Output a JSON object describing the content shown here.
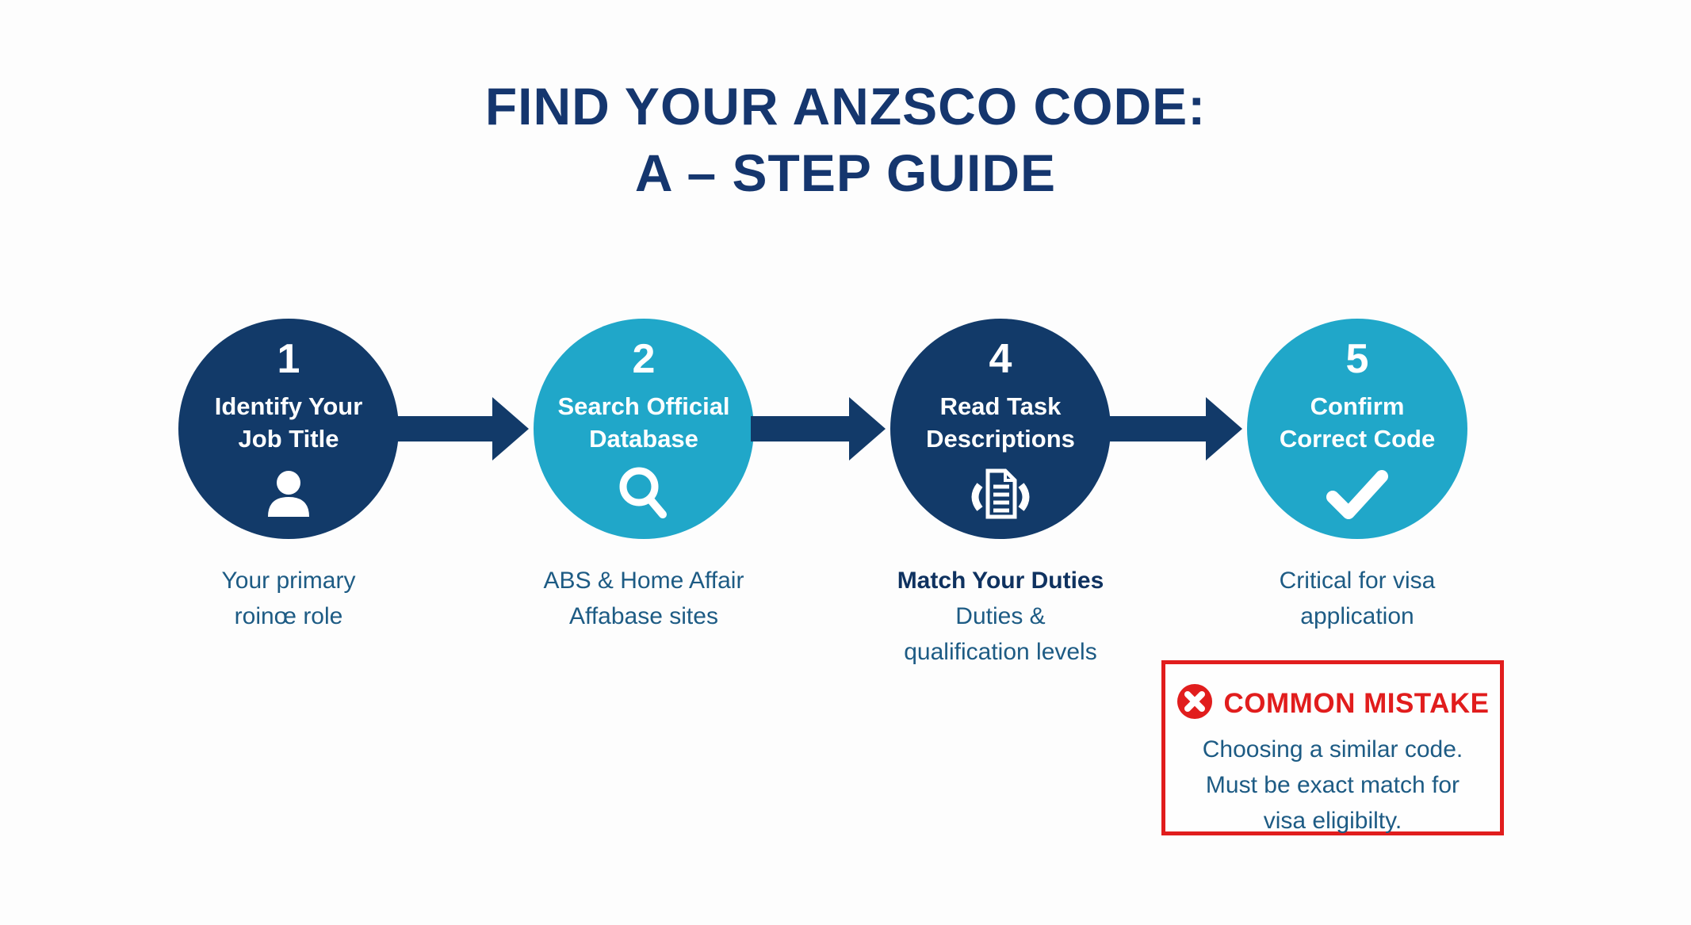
{
  "title": {
    "line1": "FIND YOUR ANZSCO CODE:",
    "line2": "A – STEP GUIDE"
  },
  "steps": [
    {
      "number": "1",
      "icon": "person-icon",
      "circle_color": "#123a69",
      "label_lines": [
        "Identify Your",
        "Job Title"
      ],
      "caption_lines": [
        "Your primary",
        "roinœ role"
      ]
    },
    {
      "number": "2",
      "icon": "search-icon",
      "circle_color": "#20a7c9",
      "label_lines": [
        "Search Official",
        "Database"
      ],
      "caption_lines": [
        "ABS & Home Affair",
        "Affabase sites"
      ]
    },
    {
      "number": "4",
      "icon": "documents-icon",
      "circle_color": "#123a69",
      "label_lines": [
        "Read Task",
        "Descriptions"
      ],
      "caption_bold": "Match Your Duties",
      "caption_lines": [
        "Duties &",
        "qualification levels"
      ]
    },
    {
      "number": "5",
      "icon": "check-icon",
      "circle_color": "#20a7c9",
      "label_lines": [
        "Confirm",
        "Correct Code"
      ],
      "caption_lines": [
        "Critical for visa",
        "application"
      ]
    }
  ],
  "mistake_box": {
    "icon": "error-x-icon",
    "title": "COMMON MISTAKE",
    "lines": [
      "Choosing a similar code.",
      "Must be exact match for",
      "visa eligibilty."
    ]
  },
  "colors": {
    "navy": "#123a69",
    "teal": "#20a7c9",
    "title_text": "#15366e",
    "caption_text": "#1d5b84",
    "caption_bold_text": "#0f3260",
    "alert_red": "#e11d1d",
    "background": "#fdfdfd"
  }
}
